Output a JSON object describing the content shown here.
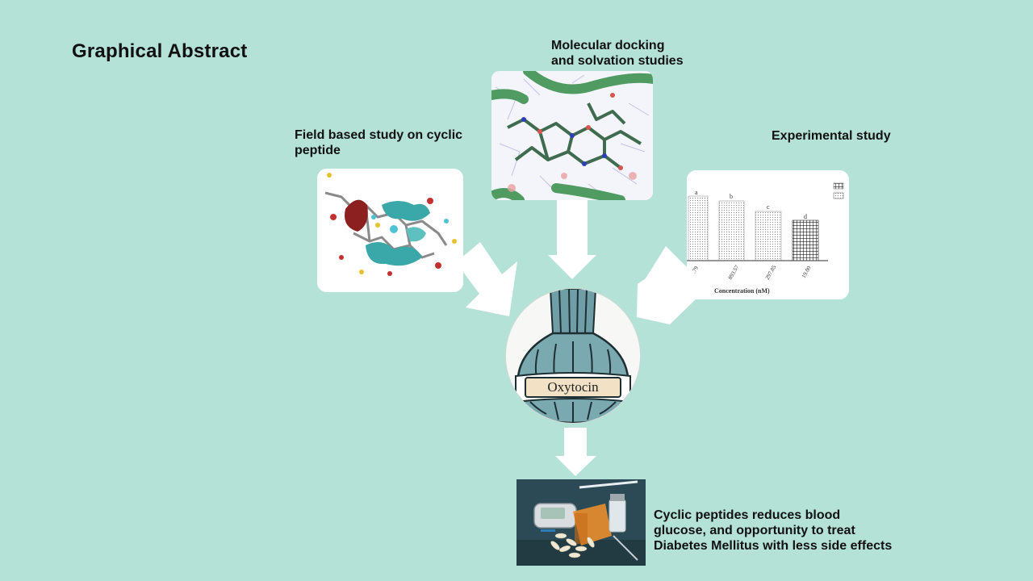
{
  "title": "Graphical Abstract",
  "labels": {
    "docking_line1": "Molecular docking",
    "docking_line2": "and solvation studies",
    "field_line1": "Field based study on cyclic",
    "field_line2": "peptide",
    "experimental": "Experimental study",
    "result_line1": "Cyclic peptides reduces blood",
    "result_line2": "glucose, and opportunity to treat",
    "result_line3": "Diabetes Mellitus with less side effects"
  },
  "flask_label": "Oxytocin",
  "mini_chart": {
    "bar_letters": [
      "a",
      "b",
      "c",
      "d"
    ],
    "x_ticks": [
      ".79",
      "893.57",
      "297.85",
      "19.00"
    ],
    "xlabel": "Concentration (nM)"
  },
  "colors": {
    "background": "#b5e2d7",
    "arrow": "#ffffff",
    "card": "#ffffff"
  }
}
